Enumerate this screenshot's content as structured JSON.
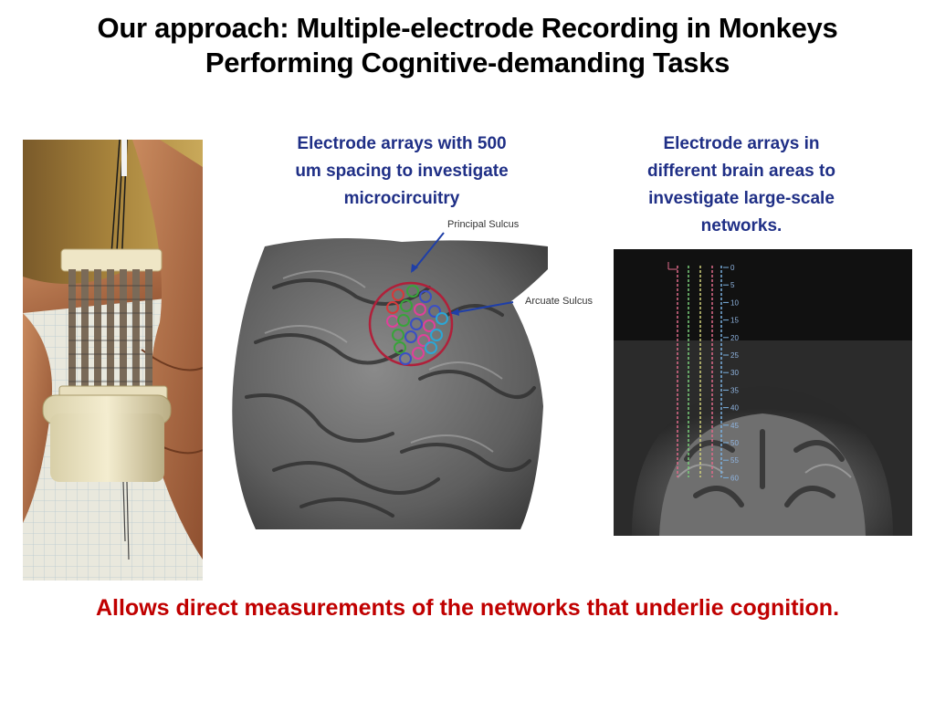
{
  "slide": {
    "title_line1": "Our approach: Multiple-electrode Recording in Monkeys",
    "title_line2": "Performing Cognitive-demanding Tasks",
    "caption_left": {
      "line1": "Electrode arrays with 500",
      "line2": "um spacing to investigate",
      "line3": "microcircuitry"
    },
    "caption_right": {
      "line1": "Electrode arrays in",
      "line2": "different brain areas to",
      "line3": "investigate large-scale",
      "line4": "networks."
    },
    "footer": "Allows direct measurements of the networks that underlie cognition."
  },
  "brain_figure": {
    "label_principal": "Principal Sulcus",
    "label_arcuate": "Arcuate Sulcus"
  },
  "mri_figure": {
    "depth_ticks": [
      "0",
      "5",
      "10",
      "15",
      "20",
      "25",
      "30",
      "35",
      "40",
      "45",
      "50",
      "55",
      "60"
    ]
  },
  "colors": {
    "caption_blue": "#1f2f86",
    "footer_red": "#c00000",
    "ring": "#b0203a"
  }
}
